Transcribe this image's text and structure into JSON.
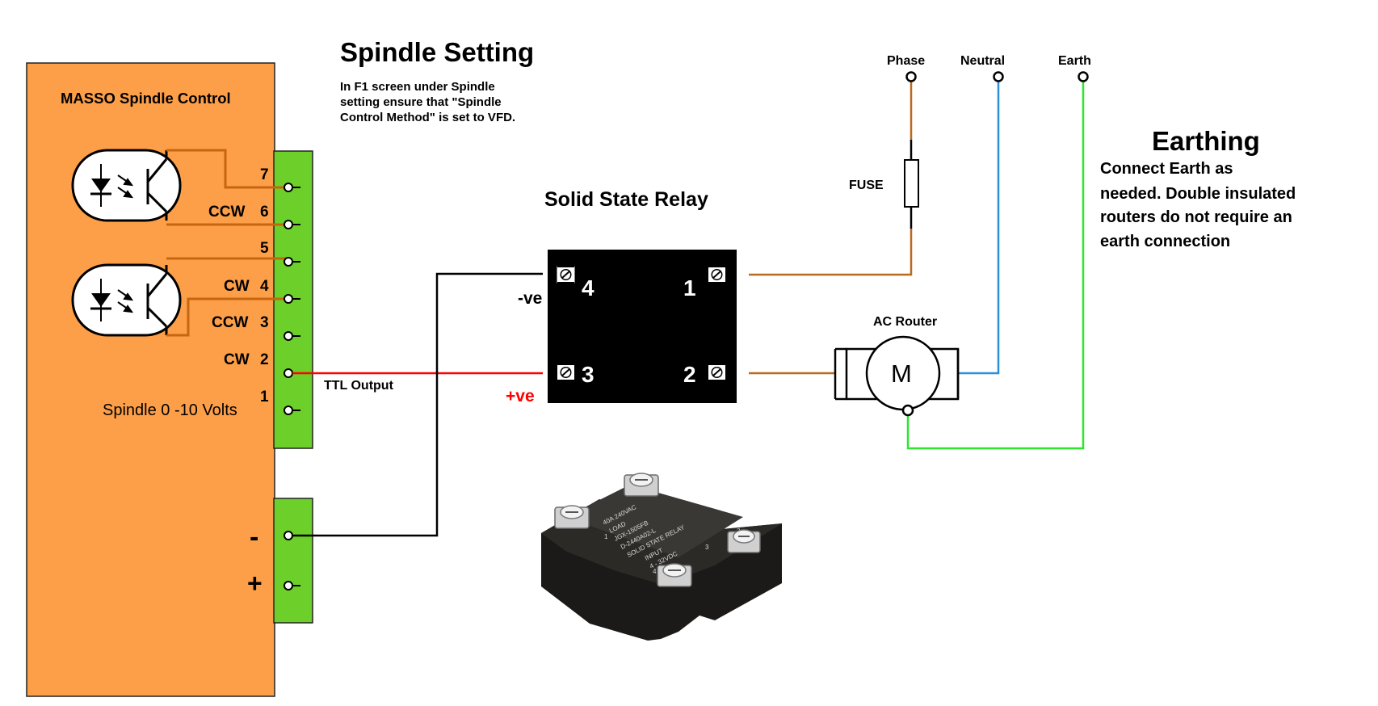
{
  "spindle_setting": {
    "title": "Spindle Setting",
    "note_lines": [
      "In F1 screen under Spindle",
      "setting ensure that \"Spindle",
      "Control Method\" is set to VFD."
    ]
  },
  "controller": {
    "title": "MASSO Spindle Control",
    "pins": [
      "7",
      "6",
      "5",
      "4",
      "3",
      "2",
      "1"
    ],
    "pin_labels": {
      "ccw_6": "CCW",
      "cw_4": "CW",
      "ccw_3": "CCW",
      "cw_2": "CW"
    },
    "spindle_voltage_label": "Spindle 0 -10 Volts",
    "power_minus": "-",
    "power_plus": "+"
  },
  "wiring": {
    "ttl_output": "TTL Output",
    "neg_label": "-ve",
    "pos_label": "+ve",
    "colors": {
      "signal": "#ff0000",
      "ground": "#000000",
      "live": "#b86a1e",
      "neutral": "#2b8fdc",
      "earth": "#2fe62f",
      "opto": "#c8650f"
    }
  },
  "relay": {
    "title": "Solid State Relay",
    "terminals": {
      "t4": "4",
      "t1": "1",
      "t3": "3",
      "t2": "2"
    },
    "photo_text": {
      "line1": "40A 240VAC",
      "line2": "LOAD",
      "line3": "JGX-1505FB",
      "line4": "D-2440A02-L",
      "line5": "SOLID STATE RELAY",
      "line6": "INPUT",
      "line7": "4 - 32VDC",
      "t1": "1",
      "t2": "2",
      "t3": "3",
      "t4": "4"
    }
  },
  "mains": {
    "phase": "Phase",
    "neutral": "Neutral",
    "earth": "Earth",
    "fuse": "FUSE"
  },
  "router": {
    "title": "AC Router",
    "motor_symbol": "M"
  },
  "earthing": {
    "title": "Earthing",
    "note_lines": [
      "Connect Earth as",
      "needed. Double insulated",
      "routers do not require an",
      "earth connection"
    ]
  },
  "colors": {
    "controller_fill": "#fd9f48",
    "terminal_fill": "#6dcf29",
    "relay_fill": "#000000"
  }
}
